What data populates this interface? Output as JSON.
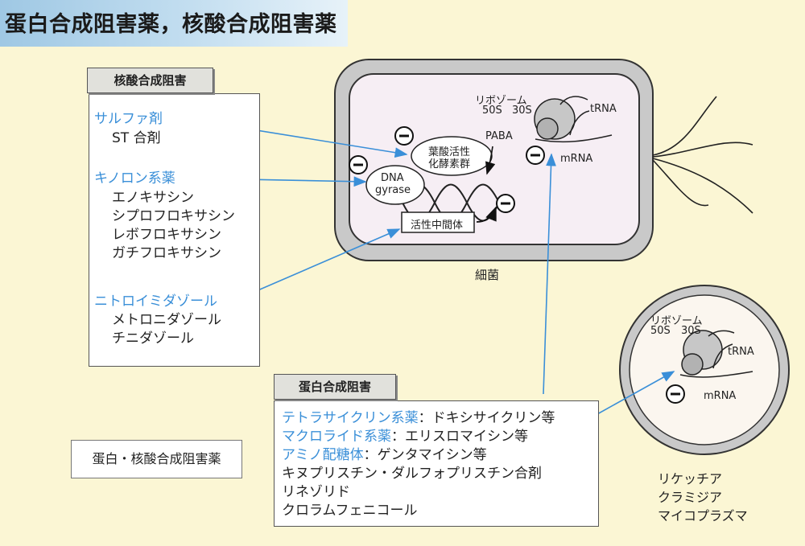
{
  "title": "蛋白合成阻害薬，核酸合成阻害薬",
  "nucleic_acid": {
    "header": "核酸合成阻害",
    "groups": [
      {
        "name": "サルファ剤",
        "drugs": [
          "ST 合剤"
        ]
      },
      {
        "name": "キノロン系薬",
        "drugs": [
          "エノキサシン",
          "シプロフロキサシン",
          "レボフロキサシン",
          "ガチフロキサシン"
        ]
      },
      {
        "name": "ニトロイミダゾール",
        "drugs": [
          "メトロニダゾール",
          "チニダゾール"
        ]
      }
    ]
  },
  "protein": {
    "header": "蛋白合成阻害",
    "lines": [
      {
        "cls": "テトラサイクリン系薬",
        "rest": "：ドキシサイクリン等"
      },
      {
        "cls": "マクロライド系薬",
        "rest": "：エリスロマイシン等"
      },
      {
        "cls": "アミノ配糖体",
        "rest": "：ゲンタマイシン等"
      },
      {
        "cls": "",
        "rest": "キヌプリスチン・ダルフォプリスチン合剤"
      },
      {
        "cls": "",
        "rest": "リネゾリド"
      },
      {
        "cls": "",
        "rest": "クロラムフェニコール"
      }
    ]
  },
  "bacterium": {
    "label": "細菌",
    "ribosome": "リボゾーム",
    "s50": "50S",
    "s30": "30S",
    "trna": "tRNA",
    "mrna": "mRNA",
    "paba": "PABA",
    "enzymes_line1": "葉酸活性",
    "enzymes_line2": "化酵素群",
    "dna1": "DNA",
    "dna2": "gyrase",
    "intermediate": "活性中間体"
  },
  "cell2": {
    "ribosome": "リボゾーム",
    "s50": "50S",
    "s30": "30S",
    "trna": "tRNA",
    "mrna": "mRNA",
    "organisms": [
      "リケッチア",
      "クラミジア",
      "マイコプラズマ"
    ]
  },
  "caption": "蛋白・核酸合成阻害薬",
  "colors": {
    "accent": "#3a8fd8",
    "membrane": "#f6eef4",
    "cellwall": "#c9c9c9"
  }
}
